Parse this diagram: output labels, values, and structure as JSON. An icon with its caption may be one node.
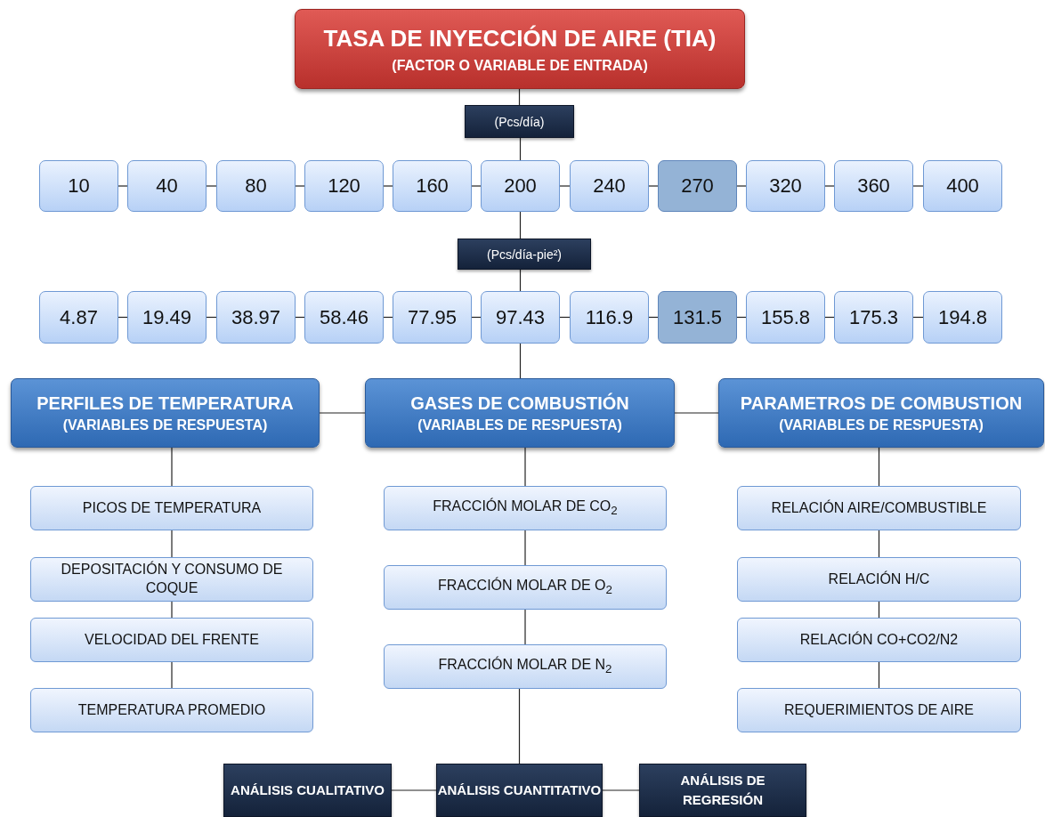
{
  "diagram": {
    "nodes": [
      {
        "text": [
          "TASA DE INYECCIÓN DE AIRE (TIA)",
          "(FACTOR O VARIABLE DE ENTRADA)"
        ]
      },
      {
        "text": [
          "(Pcs/día)"
        ]
      },
      {
        "text": [
          "10"
        ]
      },
      {
        "text": [
          "40"
        ]
      },
      {
        "text": [
          "80"
        ]
      },
      {
        "text": [
          "120"
        ]
      },
      {
        "text": [
          "160"
        ]
      },
      {
        "text": [
          "200"
        ]
      },
      {
        "text": [
          "240"
        ]
      },
      {
        "text": [
          "270"
        ]
      },
      {
        "text": [
          "320"
        ]
      },
      {
        "text": [
          "360"
        ]
      },
      {
        "text": [
          "400"
        ]
      },
      {
        "text": [
          "(Pcs/día-pie²)"
        ]
      },
      {
        "text": [
          "4.87"
        ]
      },
      {
        "text": [
          "19.49"
        ]
      },
      {
        "text": [
          "38.97"
        ]
      },
      {
        "text": [
          "58.46"
        ]
      },
      {
        "text": [
          "77.95"
        ]
      },
      {
        "text": [
          "97.43"
        ]
      },
      {
        "text": [
          "116.9"
        ]
      },
      {
        "text": [
          "131.5"
        ]
      },
      {
        "text": [
          "155.8"
        ]
      },
      {
        "text": [
          "175.3"
        ]
      },
      {
        "text": [
          "194.8"
        ]
      },
      {
        "text": [
          "PERFILES DE TEMPERATURA",
          "(VARIABLES DE RESPUESTA)"
        ]
      },
      {
        "text": [
          "GASES DE COMBUSTIÓN",
          "(VARIABLES DE RESPUESTA)"
        ]
      },
      {
        "text": [
          "PARAMETROS DE COMBUSTION",
          "(VARIABLES DE RESPUESTA)"
        ]
      },
      {
        "text": [
          "PICOS DE TEMPERATURA"
        ]
      },
      {
        "text": [
          "DEPOSITACIÓN Y CONSUMO DE COQUE"
        ]
      },
      {
        "text": [
          "VELOCIDAD DEL FRENTE"
        ]
      },
      {
        "text": [
          "TEMPERATURA PROMEDIO"
        ]
      },
      {
        "text": [
          "FRACCIÓN MOLAR DE CO$_{2}$"
        ]
      },
      {
        "text": [
          "FRACCIÓN MOLAR DE O$_{2}$"
        ]
      },
      {
        "text": [
          "FRACCIÓN MOLAR DE N$_{2}$"
        ]
      },
      {
        "text": [
          "RELACIÓN AIRE/COMBUSTIBLE"
        ]
      },
      {
        "text": [
          "RELACIÓN H/C"
        ]
      },
      {
        "text": [
          "RELACIÓN CO+CO2/N2"
        ]
      },
      {
        "text": [
          "REQUERIMIENTOS DE AIRE"
        ]
      },
      {
        "text": [
          "ANÁLISIS CUALITATIVO"
        ]
      },
      {
        "text": [
          "ANÁLISIS CUANTITATIVO"
        ]
      },
      {
        "text": [
          "ANÁLISIS DE REGRESIÓN"
        ]
      }
    ],
    "edges": [
      {
        "from": 0,
        "to": 1,
        "arrow": "none"
      },
      {
        "from": 1,
        "to": 7,
        "arrow": "none"
      },
      {
        "from": 7,
        "to": 13,
        "arrow": "none"
      },
      {
        "from": 13,
        "to": 19,
        "arrow": "none"
      },
      {
        "from": 19,
        "to": 26,
        "arrow": "none"
      },
      {
        "from": 2,
        "to": 3,
        "arrow": "none"
      },
      {
        "from": 3,
        "to": 4,
        "arrow": "none"
      },
      {
        "from": 4,
        "to": 5,
        "arrow": "none"
      },
      {
        "from": 5,
        "to": 6,
        "arrow": "none"
      },
      {
        "from": 6,
        "to": 7,
        "arrow": "none"
      },
      {
        "from": 7,
        "to": 8,
        "arrow": "none"
      },
      {
        "from": 8,
        "to": 9,
        "arrow": "none"
      },
      {
        "from": 9,
        "to": 10,
        "arrow": "none"
      },
      {
        "from": 10,
        "to": 11,
        "arrow": "none"
      },
      {
        "from": 11,
        "to": 12,
        "arrow": "none"
      },
      {
        "from": 14,
        "to": 15,
        "arrow": "none"
      },
      {
        "from": 15,
        "to": 16,
        "arrow": "none"
      },
      {
        "from": 16,
        "to": 17,
        "arrow": "none"
      },
      {
        "from": 17,
        "to": 18,
        "arrow": "none"
      },
      {
        "from": 18,
        "to": 19,
        "arrow": "none"
      },
      {
        "from": 19,
        "to": 20,
        "arrow": "none"
      },
      {
        "from": 20,
        "to": 21,
        "arrow": "none"
      },
      {
        "from": 21,
        "to": 22,
        "arrow": "none"
      },
      {
        "from": 22,
        "to": 23,
        "arrow": "none"
      },
      {
        "from": 23,
        "to": 24,
        "arrow": "none"
      },
      {
        "from": 25,
        "to": 26,
        "arrow": "none"
      },
      {
        "from": 26,
        "to": 27,
        "arrow": "none"
      },
      {
        "from": 25,
        "to": 28,
        "arrow": "none"
      },
      {
        "from": 28,
        "to": 29,
        "arrow": "none"
      },
      {
        "from": 29,
        "to": 30,
        "arrow": "none"
      },
      {
        "from": 30,
        "to": 31,
        "arrow": "none"
      },
      {
        "from": 26,
        "to": 32,
        "arrow": "none"
      },
      {
        "from": 32,
        "to": 33,
        "arrow": "none"
      },
      {
        "from": 33,
        "to": 34,
        "arrow": "none"
      },
      {
        "from": 34,
        "to": 40,
        "arrow": "none"
      },
      {
        "from": 27,
        "to": 35,
        "arrow": "none"
      },
      {
        "from": 35,
        "to": 36,
        "arrow": "none"
      },
      {
        "from": 36,
        "to": 37,
        "arrow": "none"
      },
      {
        "from": 37,
        "to": 38,
        "arrow": "none"
      },
      {
        "from": 39,
        "to": 40,
        "arrow": "none"
      },
      {
        "from": 40,
        "to": 41,
        "arrow": "none"
      }
    ]
  }
}
